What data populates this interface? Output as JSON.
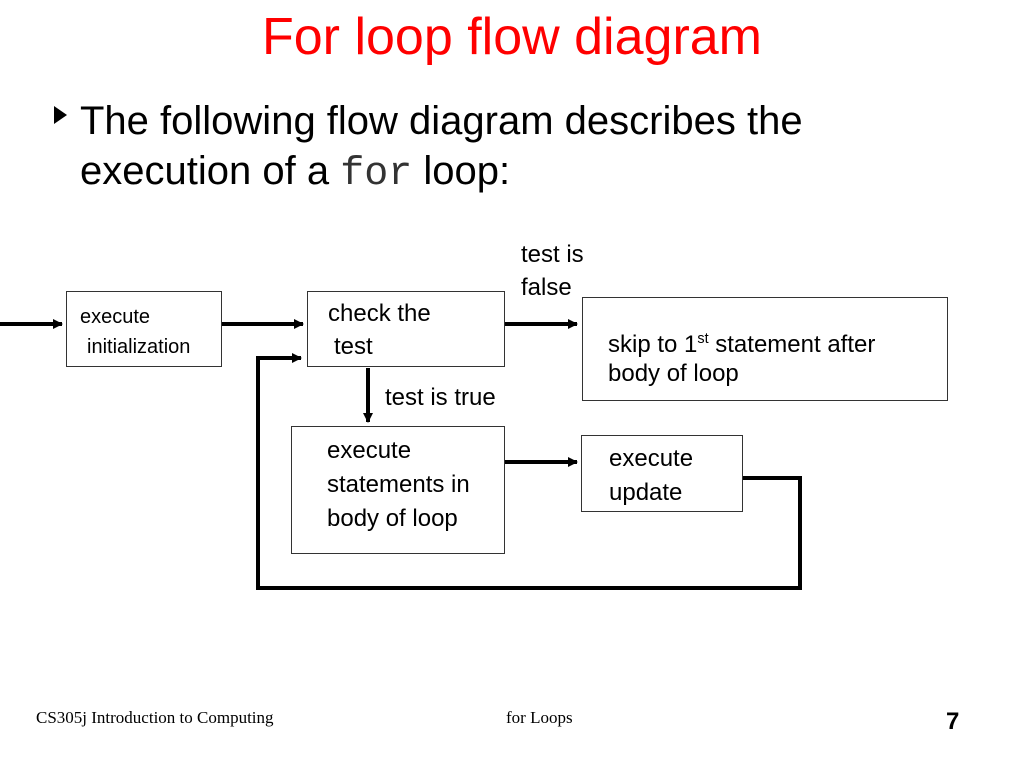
{
  "title": "For loop flow diagram",
  "bullet": {
    "text_before": "The following flow diagram describes the",
    "line2_before": "execution of a",
    "code": "for",
    "line2_after": "loop:"
  },
  "diagram": {
    "init_line1": "execute",
    "init_line2": "initialization",
    "check_line1": "check the",
    "check_line2": "test",
    "false_line1": "test is",
    "false_line2": "false",
    "true_label": "test is true",
    "skip_pre": "skip to 1",
    "skip_sup": "st",
    "skip_post": " statement after",
    "skip_line2": "body of loop",
    "body_line1": "execute",
    "body_line2": "statements in",
    "body_line3": "body of loop",
    "update_line1": "execute",
    "update_line2": "update"
  },
  "footer": {
    "left": "CS305j Introduction to Computing",
    "center": "for Loops",
    "page": "7"
  }
}
